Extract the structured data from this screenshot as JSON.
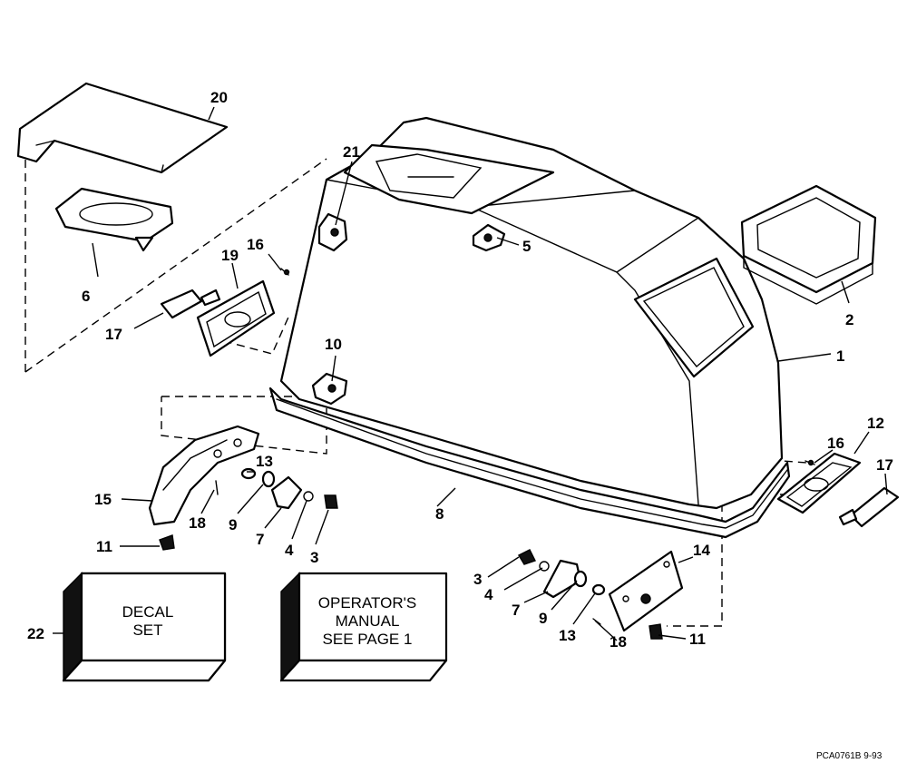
{
  "labels": {
    "l1": "1",
    "l2": "2",
    "l3a": "3",
    "l3b": "3",
    "l4a": "4",
    "l4b": "4",
    "l5": "5",
    "l6": "6",
    "l7a": "7",
    "l7b": "7",
    "l8": "8",
    "l9a": "9",
    "l9b": "9",
    "l10": "10",
    "l11a": "11",
    "l11b": "11",
    "l12": "12",
    "l13a": "13",
    "l13b": "13",
    "l14": "14",
    "l15": "15",
    "l16a": "16",
    "l16b": "16",
    "l17a": "17",
    "l17b": "17",
    "l18a": "18",
    "l18b": "18",
    "l19": "19",
    "l20": "20",
    "l21": "21",
    "l22": "22"
  },
  "decal_box": {
    "line1": "DECAL",
    "line2": "SET"
  },
  "manual_box": {
    "line1": "OPERATOR'S",
    "line2": "MANUAL",
    "line3": "SEE PAGE 1"
  },
  "figure_code": "PCA0761B  9-93"
}
